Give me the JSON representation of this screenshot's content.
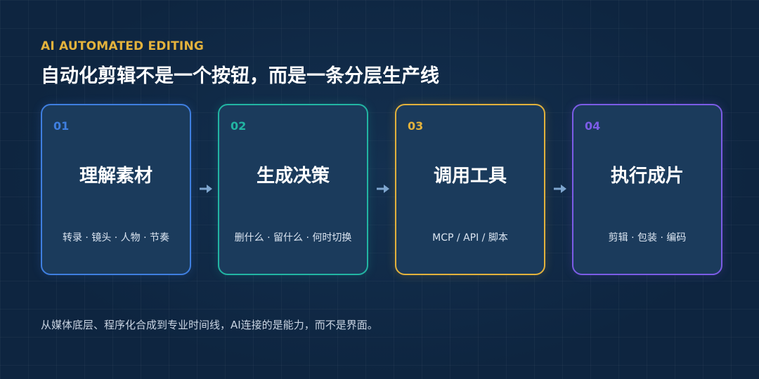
{
  "header": {
    "eyebrow": "AI AUTOMATED EDITING",
    "title": "自动化剪辑不是一个按钮，而是一条分层生产线"
  },
  "steps": [
    {
      "number": "01",
      "title": "理解素材",
      "subtitle": "转录 · 镜头 · 人物 · 节奏",
      "color": "#3f7fe0"
    },
    {
      "number": "02",
      "title": "生成决策",
      "subtitle": "删什么 · 留什么 · 何时切换",
      "color": "#22b5a3"
    },
    {
      "number": "03",
      "title": "调用工具",
      "subtitle": "MCP / API / 脚本",
      "color": "#e3b23c"
    },
    {
      "number": "04",
      "title": "执行成片",
      "subtitle": "剪辑 · 包装 · 编码",
      "color": "#7c5ce6"
    }
  ],
  "arrow_icon": "arrow-right-icon",
  "arrow_color": "#7ea6cf",
  "footer": "从媒体底层、程序化合成到专业时间线，AI连接的是能力，而不是界面。"
}
